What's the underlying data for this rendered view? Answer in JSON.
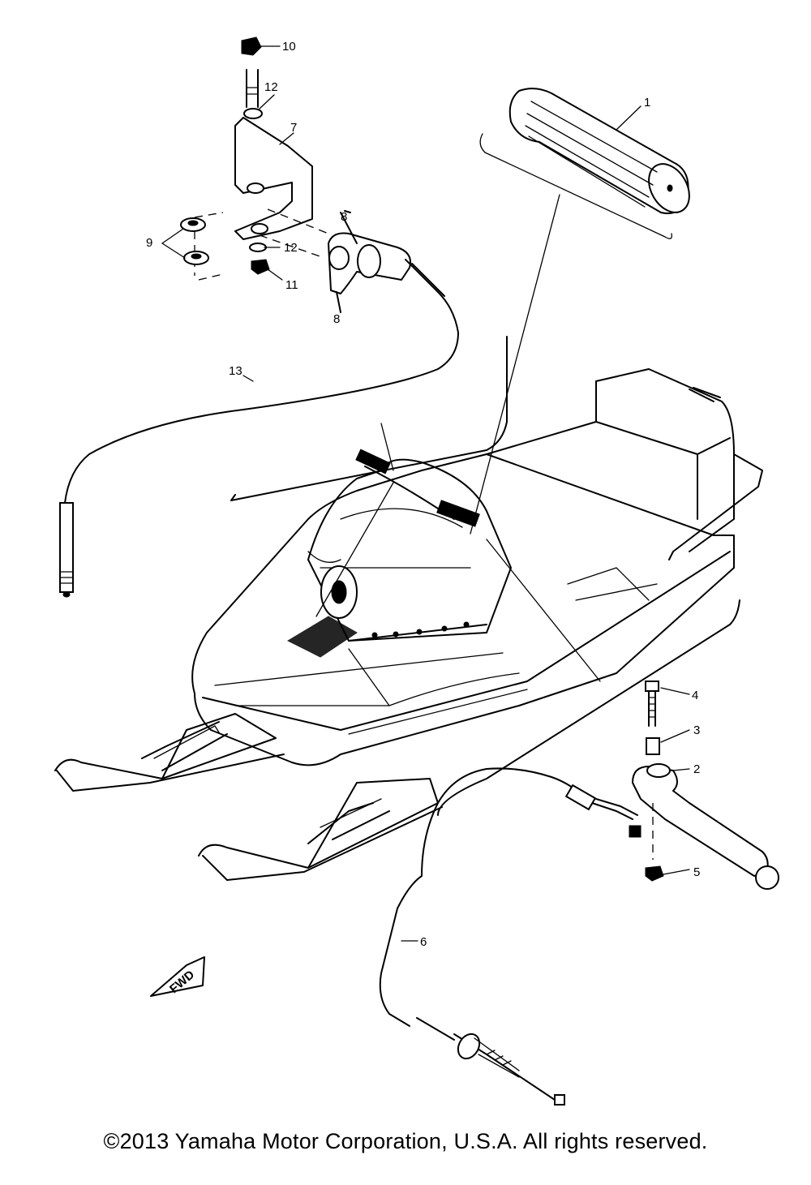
{
  "diagram": {
    "callouts": [
      {
        "id": "1",
        "label": "1"
      },
      {
        "id": "2",
        "label": "2"
      },
      {
        "id": "3",
        "label": "3"
      },
      {
        "id": "4",
        "label": "4"
      },
      {
        "id": "5",
        "label": "5"
      },
      {
        "id": "6",
        "label": "6"
      },
      {
        "id": "7",
        "label": "7"
      },
      {
        "id": "8a",
        "label": "8"
      },
      {
        "id": "8b",
        "label": "8"
      },
      {
        "id": "9",
        "label": "9"
      },
      {
        "id": "10",
        "label": "10"
      },
      {
        "id": "11",
        "label": "11"
      },
      {
        "id": "12a",
        "label": "12"
      },
      {
        "id": "12b",
        "label": "12"
      },
      {
        "id": "13",
        "label": "13"
      }
    ],
    "fwd_marker": "FWD"
  },
  "footer": {
    "copyright": "©2013 Yamaha Motor Corporation, U.S.A. All rights reserved."
  }
}
